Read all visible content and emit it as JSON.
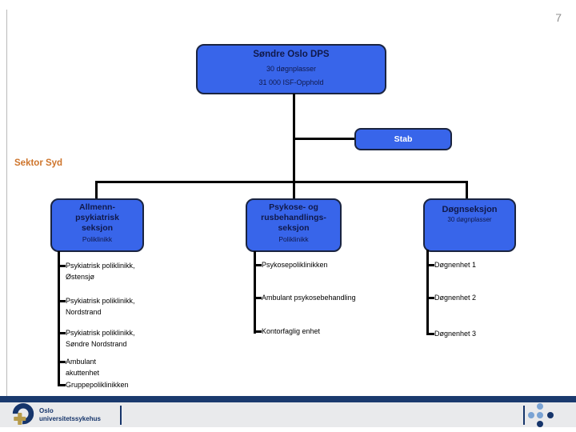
{
  "page": {
    "number": "7"
  },
  "colors": {
    "box_fill": "#3865EA",
    "box_border": "#1A2440",
    "box_text": "#10194A",
    "stab_text": "#FFFFFF",
    "sector_text": "#CE752C",
    "connector": "#000000",
    "item_text": "#000000",
    "page_number": "#8F8F8F",
    "footer_bar": "#1A3A6E",
    "footer_band": "#E9EAEC",
    "logo_blue": "#16356B",
    "logo_gold": "#B79B4A",
    "dot_light": "#7AA3D4",
    "dot_dark": "#16356B"
  },
  "root_box": {
    "title": "Søndre Oslo DPS",
    "subtitle1": "30 døgnplasser",
    "subtitle2": "31 000 ISF-Opphold"
  },
  "stab_box": {
    "label": "Stab"
  },
  "sector_label": "Sektor Syd",
  "columns": [
    {
      "header": [
        "Allmenn-",
        "psykiatrisk",
        "seksjon"
      ],
      "subtitle": "Poliklinikk",
      "items": [
        [
          "Psykiatrisk poliklinikk,",
          "Østensjø"
        ],
        [
          "Psykiatrisk poliklinikk,",
          "Nordstrand"
        ],
        [
          "Psykiatrisk poliklinikk,",
          "Søndre Nordstrand"
        ],
        [
          "Ambulant",
          "akuttenhet"
        ],
        [
          "Gruppepoliklinikken"
        ]
      ]
    },
    {
      "header": [
        "Psykose- og",
        "rusbehandlings-",
        "seksjon"
      ],
      "subtitle": "Poliklinikk",
      "items": [
        [
          "Psykosepoliklinikken"
        ],
        [
          "Ambulant psykosebehandling"
        ],
        [
          "Kontorfaglig enhet"
        ]
      ]
    },
    {
      "header": [
        "Døgnseksjon"
      ],
      "subtitle": "30 døgnplasser",
      "items": [
        [
          "Døgnenhet 1"
        ],
        [
          "Døgnenhet 2"
        ],
        [
          "Døgnenhet 3"
        ]
      ]
    }
  ],
  "footer": {
    "logo_line1": "Oslo",
    "logo_line2": "universitetssykehus"
  }
}
